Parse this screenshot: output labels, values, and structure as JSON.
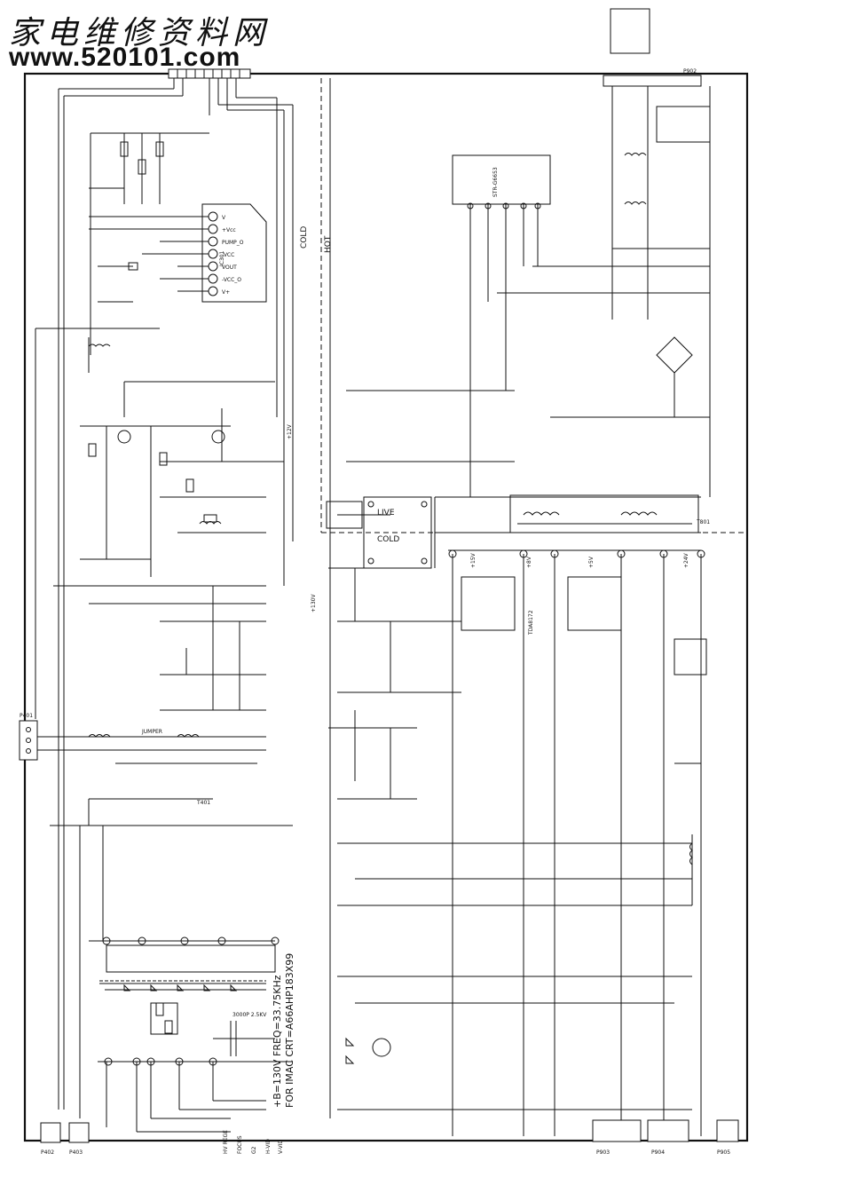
{
  "header": {
    "site_name_cn": "家电维修资料网",
    "site_url": "www.520101.com"
  },
  "schematic": {
    "ic_block": {
      "name": "IC301",
      "pins": [
        "V",
        "+Vcc",
        "PUMP_O",
        "-VCC",
        "VOUT",
        "-VCC_O",
        "V+"
      ]
    },
    "zones": {
      "cold": "COLD",
      "hot": "HOT",
      "live": "LIVE",
      "cold2": "COLD"
    },
    "fbt_note_1": "+B=130V  FREQ=33.75KHz",
    "fbt_note_2": "FOR IMAC CRT=A66AHP183X99",
    "hv_cap": "3000P 2.5KV",
    "jumper": "JUMPER",
    "rail_labels": [
      "+130V",
      "+15V",
      "+8V",
      "+5V",
      "+12V",
      "+24V"
    ],
    "connectors": {
      "p902": "P902",
      "p903": "P903",
      "p904": "P904",
      "p905": "P905",
      "p401": "P401",
      "p402": "P402",
      "p403": "P403"
    },
    "bottom_signals": [
      "HV REGE",
      "FOCUS",
      "G2",
      "H-VID",
      "V-VID"
    ],
    "chips": {
      "ic801": "STR-G6653",
      "ic802": "TDA8172",
      "t801": "T801",
      "t401": "T401"
    }
  }
}
